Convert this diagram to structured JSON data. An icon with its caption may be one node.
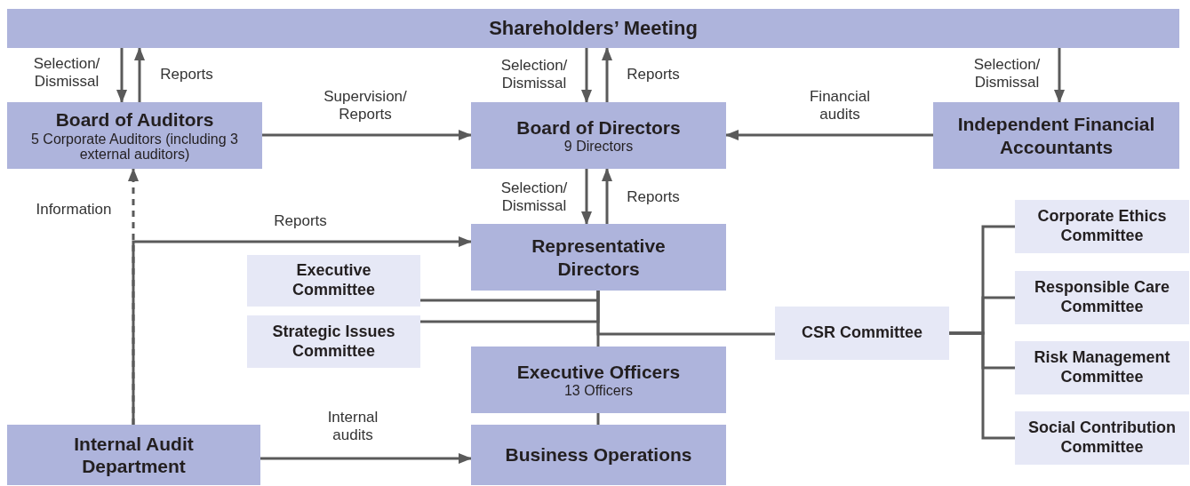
{
  "diagram": {
    "nodes": [
      {
        "text": [
          "Shareholders’ Meeting"
        ]
      },
      {
        "text": [
          "Board of Auditors",
          "5 Corporate Auditors (including 3 external auditors)"
        ]
      },
      {
        "text": [
          "Board of Directors",
          "9 Directors"
        ]
      },
      {
        "text": [
          "Independent Financial Accountants"
        ]
      },
      {
        "text": [
          "Representative Directors"
        ]
      },
      {
        "text": [
          "Executive Committee"
        ]
      },
      {
        "text": [
          "Strategic Issues Committee"
        ]
      },
      {
        "text": [
          "CSR Committee"
        ]
      },
      {
        "text": [
          "Executive Officers",
          "13 Officers"
        ]
      },
      {
        "text": [
          "Business Operations"
        ]
      },
      {
        "text": [
          "Internal Audit Department"
        ]
      },
      {
        "text": [
          "Corporate Ethics Committee"
        ]
      },
      {
        "text": [
          "Responsible Care Committee"
        ]
      },
      {
        "text": [
          "Risk Management Committee"
        ]
      },
      {
        "text": [
          "Social Contribution Committee"
        ]
      }
    ],
    "edges": [
      {
        "from": 0,
        "to": 1,
        "arrow": "to",
        "label": "Selection/ Dismissal"
      },
      {
        "from": 1,
        "to": 0,
        "arrow": "to",
        "label": "Reports"
      },
      {
        "from": 0,
        "to": 2,
        "arrow": "to",
        "label": "Selection/ Dismissal"
      },
      {
        "from": 2,
        "to": 0,
        "arrow": "to",
        "label": "Reports"
      },
      {
        "from": 0,
        "to": 3,
        "arrow": "to",
        "label": "Selection/ Dismissal"
      },
      {
        "from": 1,
        "to": 2,
        "arrow": "to",
        "label": "Supervision/ Reports"
      },
      {
        "from": 3,
        "to": 2,
        "arrow": "to",
        "label": "Financial audits"
      },
      {
        "from": 2,
        "to": 4,
        "arrow": "to",
        "label": "Selection/ Dismissal"
      },
      {
        "from": 4,
        "to": 2,
        "arrow": "to",
        "label": "Reports"
      },
      {
        "from": 10,
        "to": 1,
        "arrow": "to",
        "label": "Information",
        "style": "dashed"
      },
      {
        "from": 10,
        "to": 4,
        "arrow": "to",
        "label": "Reports"
      },
      {
        "from": 10,
        "to": 9,
        "arrow": "to",
        "label": "Internal audits"
      },
      {
        "from": 5,
        "to": 4,
        "arrow": "none"
      },
      {
        "from": 6,
        "to": 4,
        "arrow": "none"
      },
      {
        "from": 4,
        "to": 7,
        "arrow": "none"
      },
      {
        "from": 4,
        "to": 8,
        "arrow": "none"
      },
      {
        "from": 8,
        "to": 9,
        "arrow": "none"
      },
      {
        "from": 7,
        "to": 11,
        "arrow": "none"
      },
      {
        "from": 7,
        "to": 12,
        "arrow": "none"
      },
      {
        "from": 7,
        "to": 13,
        "arrow": "none"
      },
      {
        "from": 7,
        "to": 14,
        "arrow": "none"
      }
    ]
  }
}
